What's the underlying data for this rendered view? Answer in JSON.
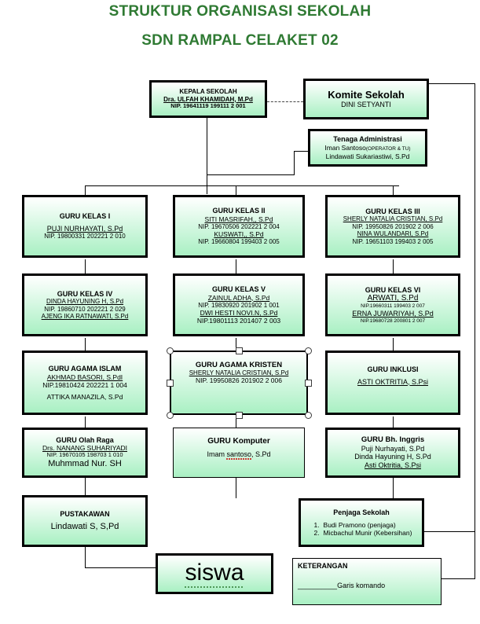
{
  "header": {
    "title_line1": "STRUKTUR ORGANISASI SEKOLAH",
    "title_line2": "SDN RAMPAL CELAKET 02",
    "title_color": "#2f7a33"
  },
  "nodes": {
    "kepala_sekolah": {
      "heading": "KEPALA SEKOLAH",
      "name": "Dra. ULFAH KHAMIDAH, M.Pd",
      "nip": "NIP. 19641119 199111 2 001"
    },
    "komite_sekolah": {
      "heading": "Komite Sekolah",
      "name": "DINI SETYANTI"
    },
    "tenaga_administrasi": {
      "heading": "Tenaga Administrasi",
      "name1": "Iman Santoso",
      "name1_suffix": "(OPERATOR & TU)",
      "name2": "Lindawati Sukariastiwi, S.Pd"
    },
    "guru_kelas_1": {
      "heading": "GURU KELAS I",
      "name1": "PUJI NURHAYATI, S.Pd",
      "nip1": "NIP. 19800331 202221 2 010"
    },
    "guru_kelas_2": {
      "heading": "GURU KELAS II",
      "name1": "SITI MASRIFAH,, S.Pd",
      "nip1": "NIP. 19670506 202221 2 004",
      "name2": "KUSWATI,, S.Pd",
      "nip2": "NIP. 19660804 199403 2 005"
    },
    "guru_kelas_3": {
      "heading": "GURU KELAS III",
      "name1": "SHERLY NATALIA CRISTIAN, S.Pd",
      "nip1": "NIP. 19950826 201902 2 006",
      "name2": "NINA WULANDARI, S.Pd",
      "nip2": "NIP. 19651103 199403 2 005"
    },
    "guru_kelas_4": {
      "heading": "GURU KELAS IV",
      "name1": "DINDA HAYUNING H, S.Pd",
      "nip1": "NIP. 19860710 202221 2 029",
      "name2": "AJENG IKA RATNAWATI, S.Pd"
    },
    "guru_kelas_5": {
      "heading": "GURU KELAS V",
      "name1": "ZAINUL ADHA, S.Pd",
      "nip1": "NIP. 19830920 201902 1 001",
      "name2": "DWI HESTI NOVI.N, S.Pd",
      "nip2": "NIP.19801113 201407 2 003"
    },
    "guru_kelas_6": {
      "heading": "GURU KELAS VI",
      "name1": "ARWATI, S.Pd",
      "nip1": "NIP.19660311 199403 2 007",
      "name2": "ERNA JUWARIYAH, S.Pd",
      "nip2": "NIP.19680728  200801 2 007"
    },
    "guru_agama_islam": {
      "heading": "GURU AGAMA ISLAM",
      "name1": "AKHMAD BASORI, S.PdI",
      "nip1": "NIP.19810424 202221 1 004",
      "name2": "ATTIKA MANAZILA, S.Pd"
    },
    "guru_agama_kristen": {
      "heading": "GURU AGAMA KRISTEN",
      "name1": "SHERLY NATALIA CRISTIAN, S.Pd",
      "nip1": "NIP. 19950826 201902 2 006",
      "selected": true
    },
    "guru_inklusi": {
      "heading": "GURU INKLUSI",
      "name1": "ASTI OKTRITIA, S.Psi"
    },
    "guru_olah_raga": {
      "heading": "GURU Olah Raga",
      "name1": "Drs. NANANG SUHARIYADI",
      "nip1": "NIP. 19670105 198703 1 010",
      "name2": "Muhmmad Nur. SH"
    },
    "guru_komputer": {
      "heading": "GURU Komputer",
      "name1_pre": "Imam ",
      "name1_mis": "santoso",
      "name1_post": ", S.Pd"
    },
    "guru_bh_inggris": {
      "heading": "GURU Bh. Inggris",
      "name1": "Puji Nurhayati, S.Pd",
      "name2": "Dinda Hayuning H, S.Pd",
      "name3": "Asti Oktritia, S.Psi"
    },
    "pustakawan": {
      "heading": "PUSTAKAWAN",
      "name1": "Lindawati S, S,Pd"
    },
    "penjaga_sekolah": {
      "heading": "Penjaga Sekolah",
      "item1_num": "1.",
      "item1": "Budi Pramono (penjaga)",
      "item2_num": "2.",
      "item2": "Micbachul Munir (Kebersihan)"
    },
    "siswa": {
      "label": "siswa"
    },
    "keterangan": {
      "heading": "KETERANGAN",
      "legend_line": "__________",
      "legend_text": "Garis komando"
    }
  }
}
